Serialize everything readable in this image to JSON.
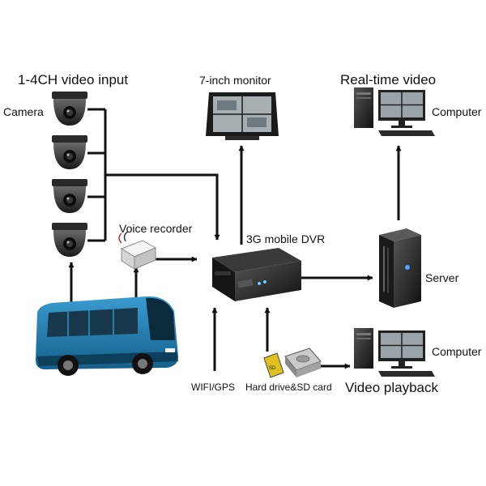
{
  "labels": {
    "video_input": "1-4CH video input",
    "camera": "Camera",
    "monitor": "7-inch monitor",
    "realtime": "Real-time video",
    "computer_top": "Computer",
    "voice_recorder": "Voice recorder",
    "dvr": "3G mobile DVR",
    "server": "Server",
    "computer_bottom": "Computer",
    "wifi_gps": "WIFI/GPS",
    "storage": "Hard drive&SD card",
    "playback": "Video playback"
  },
  "storage_card_text": "SD",
  "icons": [
    "dome-camera-icon",
    "monitor-icon",
    "computer-icon",
    "voice-recorder-icon",
    "dvr-icon",
    "server-icon",
    "bus-icon",
    "sd-card-icon",
    "hard-drive-icon"
  ],
  "colors": {
    "line": "#111111",
    "bus": "#1f7fae",
    "device": "#1b1b1b"
  }
}
